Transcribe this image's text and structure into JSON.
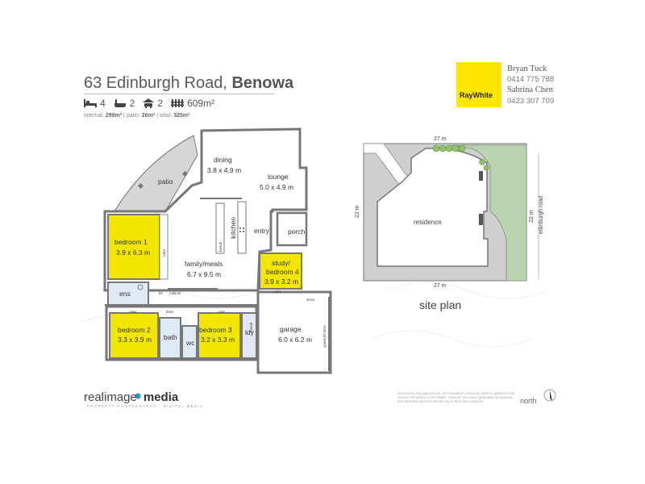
{
  "listing": {
    "address": "63 Edinburgh Road,",
    "suburb": "Benowa",
    "beds": "4",
    "baths": "2",
    "garage": "2",
    "land": "609m²",
    "area_internal_label": "internal:",
    "area_internal": "299m²",
    "area_patio_label": "patio:",
    "area_patio": "26m²",
    "area_total_label": "total:",
    "area_total": "325m²",
    "sep": "|"
  },
  "agency": {
    "logo_text": "RayWhite",
    "brand_color": "#ffe600",
    "agents": [
      {
        "name": "Bryan Tuck",
        "phone": "0414 775 788"
      },
      {
        "name": "Sabrina Chen",
        "phone": "0423 307 709"
      }
    ]
  },
  "floorplan": {
    "highlight_color": "#f2e600",
    "rooms": {
      "patio": "patio",
      "dining": "dining",
      "dining_size": "3.8 x 4.9 m",
      "lounge": "lounge",
      "lounge_size": "5.0 x 4.9 m",
      "kitchen": "kitchen",
      "entry": "entry",
      "porch": "porch",
      "bedroom1": "bedroom 1",
      "bedroom1_size": "3.9 x 6.3 m",
      "family": "family/meals",
      "family_size": "6.7 x 9.5 m",
      "study1": "study/",
      "study2": "bedroom 4",
      "study_size": "3.9 x 3.2 m",
      "ens": "ens",
      "bedroom2": "bedroom 2",
      "bedroom2_size": "3.3 x 3.9 m",
      "bath": "bath",
      "wc": "wc",
      "bedroom3": "bedroom 3",
      "bedroom3_size": "3.2 x 3.3 m",
      "ldy": "ldy",
      "garage": "garage",
      "garage_size": "6.0 x 6.2 m"
    },
    "small_labels": {
      "robe1": "robe",
      "cabinet": "cabinet",
      "bir": "bir",
      "linen": "linen",
      "robe2": "robe",
      "robe3": "robe",
      "robe4": "robe",
      "bench1": "bench",
      "bench2": "bench",
      "storage": "store",
      "panel": "panel lift door"
    }
  },
  "site_plan": {
    "label": "site plan",
    "residence": "residence",
    "top_dim": "27 m",
    "bottom_dim": "27 m",
    "left_dim": "22 m",
    "right_dim": "22 m",
    "road": "edinburgh road"
  },
  "footer": {
    "brand_a": "realimage",
    "brand_b": "media",
    "brand_sub": "PROPERTY PHOTOGRAPHY · DIGITAL MEDIA",
    "disclaimer": "Dimensions are approximate. All information contained herein is gathered from sources we believe to be reliable. However we cannot guarantee its accuracy and interested persons should rely on their own enquiries.",
    "north": "north"
  }
}
